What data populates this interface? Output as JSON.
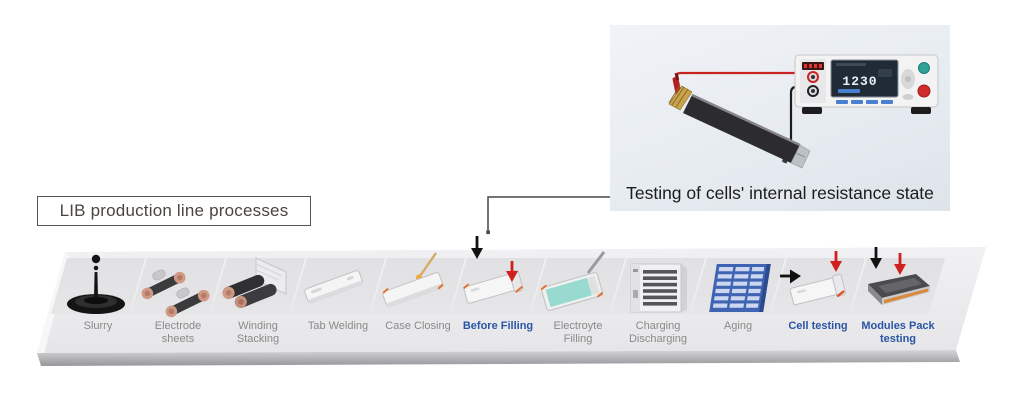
{
  "title_box": {
    "label": "LIB production line processes"
  },
  "callout": {
    "caption": "Testing of cells' internal resistance state",
    "tester_display_value": "1230"
  },
  "process_line": {
    "steps": [
      {
        "label": "Slurry",
        "icon": "slurry-icon",
        "highlighted": false
      },
      {
        "label": "Electrode\nsheets",
        "icon": "electrode-sheets-icon",
        "highlighted": false
      },
      {
        "label": "Winding\nStacking",
        "icon": "winding-stacking-icon",
        "highlighted": false
      },
      {
        "label": "Tab Welding",
        "icon": "tab-welding-icon",
        "highlighted": false
      },
      {
        "label": "Case Closing",
        "icon": "case-closing-icon",
        "highlighted": false
      },
      {
        "label": "Before Filling",
        "icon": "before-filling-icon",
        "highlighted": true
      },
      {
        "label": "Electroyte\nFilling",
        "icon": "electrolyte-filling-icon",
        "highlighted": false
      },
      {
        "label": "Charging\nDischarging",
        "icon": "charging-discharging-icon",
        "highlighted": false
      },
      {
        "label": "Aging",
        "icon": "aging-icon",
        "highlighted": false
      },
      {
        "label": "Cell testing",
        "icon": "cell-testing-icon",
        "highlighted": true
      },
      {
        "label": "Modules Pack\ntesting",
        "icon": "modules-pack-testing-icon",
        "highlighted": true
      }
    ]
  },
  "colors": {
    "highlight_blue": "#2a55a5",
    "label_gray": "#8a8a8a",
    "arrow_red": "#cf1f1f",
    "arrow_black": "#111111",
    "aging_rack_blue": "#3f64b4",
    "electrolyte_teal": "#98dacf",
    "callout_background": "#e9edf2"
  }
}
